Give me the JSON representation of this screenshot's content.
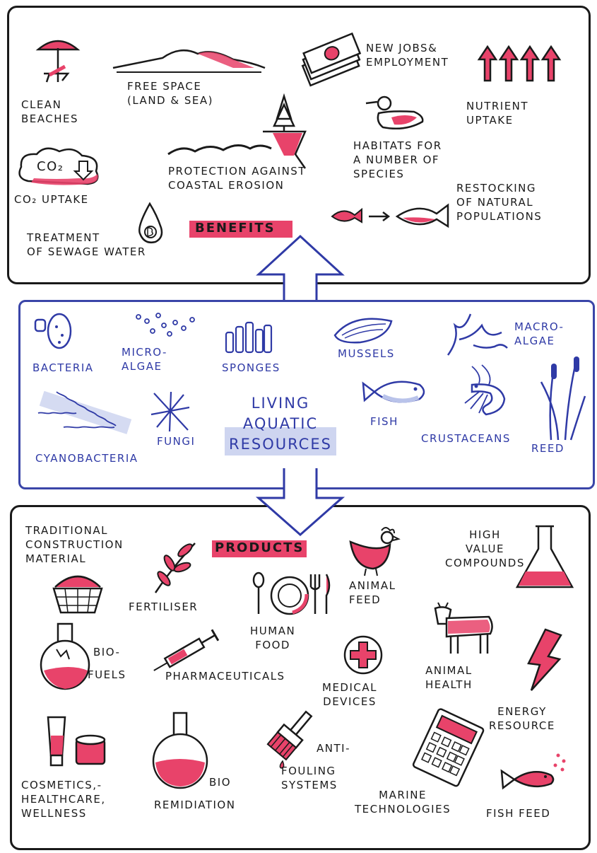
{
  "benefits": {
    "title": "BENEFITS",
    "items": {
      "clean_beaches": "CLEAN\nBEACHES",
      "free_space": "FREE SPACE\n(LAND & SEA)",
      "new_jobs": "NEW JOBS&\nEMPLOYMENT",
      "nutrient_uptake": "NUTRIENT\nUPTAKE",
      "co2_label": "CO₂",
      "co2_uptake": "CO₂ UPTAKE",
      "coastal_erosion": "PROTECTION AGAINST\nCOASTAL EROSION",
      "habitats": "HABITATS FOR\nA NUMBER OF\nSPECIES",
      "sewage": "TREATMENT\nOF SEWAGE WATER",
      "restocking": "RESTOCKING\nOF NATURAL\nPOPULATIONS"
    }
  },
  "resources": {
    "title": "LIVING\nAQUATIC\nRESOURCES",
    "items": {
      "bacteria": "BACTERIA",
      "microalgae": "MICRO-\nALGAE",
      "sponges": "SPONGES",
      "mussels": "MUSSELS",
      "macroalgae": "MACRO-\nALGAE",
      "cyanobacteria": "CYANOBACTERIA",
      "fungi": "FUNGI",
      "fish": "FISH",
      "crustaceans": "CRUSTACEANS",
      "reed": "REED"
    }
  },
  "products": {
    "title": "PRODUCTS",
    "items": {
      "construction": "TRADITIONAL\nCONSTRUCTION\nMATERIAL",
      "fertiliser": "FERTILISER",
      "human_food": "HUMAN\nFOOD",
      "animal_feed": "ANIMAL\nFEED",
      "high_value": "HIGH\nVALUE\nCOMPOUNDS",
      "biofuels_1": "BIO-",
      "biofuels_2": "FUELS",
      "pharmaceuticals": "PHARMACEUTICALS",
      "medical_devices": "MEDICAL\nDEVICES",
      "animal_health": "ANIMAL\nHEALTH",
      "energy": "ENERGY\nRESOURCE",
      "cosmetics": "COSMETICS,-\nHEALTHCARE,\nWELLNESS",
      "bioremediation_1": "BIO",
      "bioremediation_2": "REMIDIATION",
      "antifouling_1": "ANTI-",
      "antifouling_2": "FOULING\nSYSTEMS",
      "marine_tech": "MARINE\nTECHNOLOGIES",
      "fish_feed": "FISH FEED"
    }
  },
  "colors": {
    "accent": "#e8436a",
    "ink": "#1a1a1a",
    "blue": "#2f3aa6",
    "blue_wash": "#b9c3ea"
  }
}
